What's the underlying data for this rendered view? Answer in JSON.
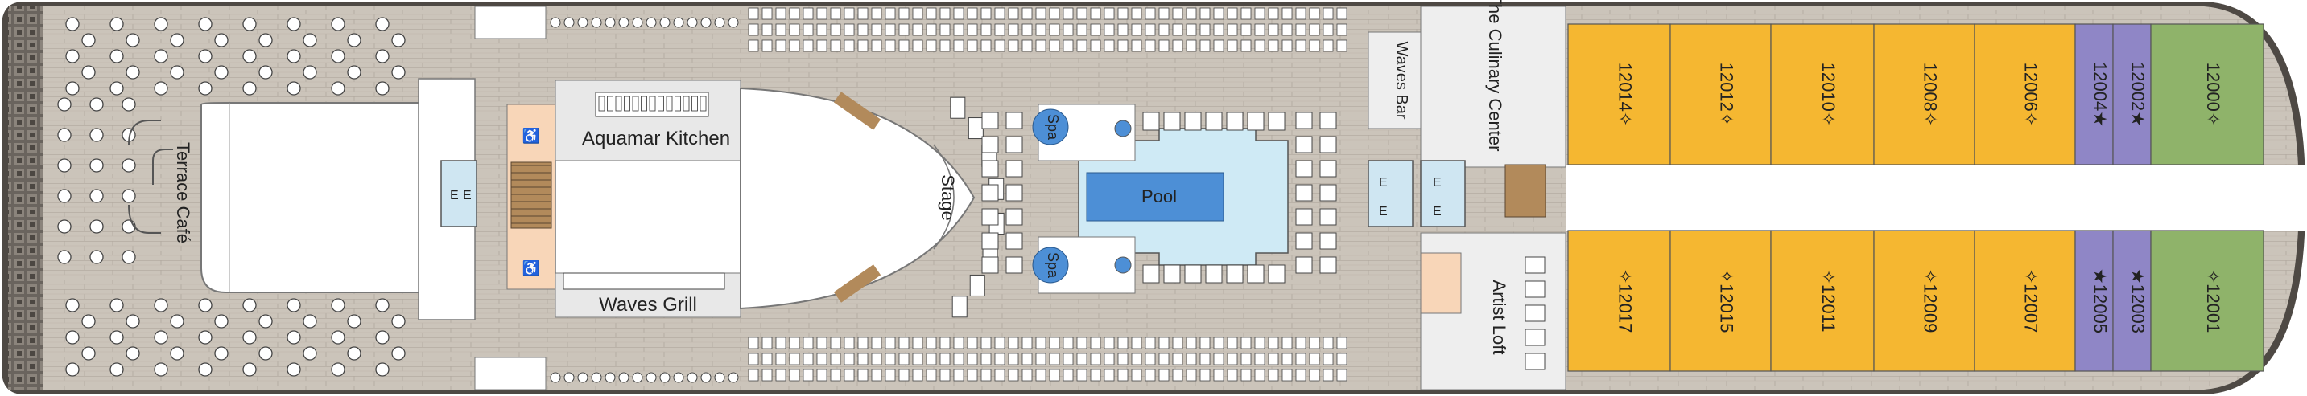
{
  "venues": {
    "terrace_cafe": "Terrace Café",
    "aquamar_kitchen": "Aquamar Kitchen",
    "waves_grill": "Waves Grill",
    "stage": "Stage",
    "pool": "Pool",
    "spa": "Spa",
    "waves_bar": "Waves Bar",
    "culinary_center": "The Culinary Center",
    "artist_loft": "Artist Loft"
  },
  "elevator_label": "E",
  "cabins": {
    "top": [
      {
        "label": "12014✧",
        "category": "concierge"
      },
      {
        "label": "12012✧",
        "category": "concierge"
      },
      {
        "label": "12010✧",
        "category": "concierge"
      },
      {
        "label": "12008✧",
        "category": "concierge"
      },
      {
        "label": "12006✧",
        "category": "concierge"
      },
      {
        "label": "12004★",
        "category": "penthouse"
      },
      {
        "label": "12002★",
        "category": "penthouse"
      },
      {
        "label": "12000✧",
        "category": "suite"
      }
    ],
    "bottom": [
      {
        "label": "✧12017",
        "category": "concierge"
      },
      {
        "label": "✧12015",
        "category": "concierge"
      },
      {
        "label": "✧12011",
        "category": "concierge"
      },
      {
        "label": "✧12009",
        "category": "concierge"
      },
      {
        "label": "✧12007",
        "category": "concierge"
      },
      {
        "label": "★12005",
        "category": "penthouse"
      },
      {
        "label": "★12003",
        "category": "penthouse"
      },
      {
        "label": "✧12001",
        "category": "suite"
      }
    ]
  },
  "colors": {
    "concierge": "#f5b731",
    "penthouse": "#8f86c6",
    "suite": "#8fb36a",
    "deck_wood": "#c9c2b8",
    "hull": "#5a5550",
    "pool_water": "#4d8fd6",
    "pool_deck": "#cfeaf5",
    "elevator": "#cfe6f2",
    "restroom": "#f8d6b8"
  }
}
